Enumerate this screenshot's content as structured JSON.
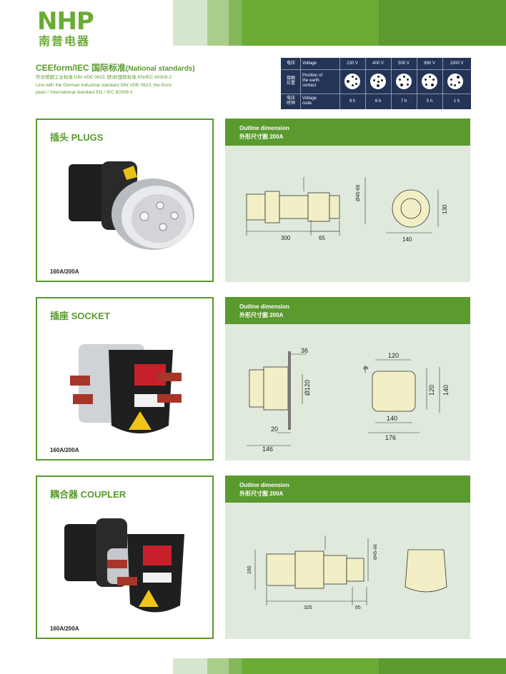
{
  "brand": {
    "logo": "NHP",
    "logo_cn": "南普电器"
  },
  "header": {
    "title_main": "CEEform/IEC  国际标准",
    "title_small": "(National standards)",
    "sub_lines": [
      "符合德国工业标准 DIN VDE  0623, 欧洲/国际标准  EN/IEC 60309-2",
      "Line with the German industrial standard DIN VDE 0623, the Euro-",
      "pean / International standard EN / IEC 60309-2"
    ]
  },
  "voltage_table": {
    "rows": [
      {
        "cn": "电压",
        "en": "Voltage"
      },
      {
        "cn": "接触\n位置",
        "en": "Position of\nthe earth\ncontact"
      },
      {
        "cn": "电压\n时钟",
        "en": "Voltage\ncode"
      }
    ],
    "voltages": [
      "230 V",
      "400 V",
      "500 V",
      "690 V",
      "1000 V"
    ],
    "codes": [
      "9 h",
      "6 h",
      "7 h",
      "5 h",
      "1 h"
    ]
  },
  "sections": [
    {
      "label": "插头  PLUGS",
      "rating": "160A/200A",
      "outline_en": "Outline dimension",
      "outline_cn": "外形尺寸图  200A",
      "dims": [
        "300",
        "65",
        "Ø45-66",
        "130",
        "140"
      ]
    },
    {
      "label": "插座  SOCKET",
      "rating": "160A/200A",
      "outline_en": "Outline dimension",
      "outline_cn": "外形尺寸图  200A",
      "dims": [
        "36",
        "Ø120",
        "20",
        "146",
        "120",
        "9",
        "120",
        "140",
        "140",
        "176"
      ]
    },
    {
      "label": "耦合器  COUPLER",
      "rating": "160A/200A",
      "outline_en": "Outline dimension",
      "outline_cn": "外形尺寸图  200A",
      "dims": [
        "160",
        "325",
        "65",
        "Ø45-66"
      ]
    }
  ],
  "colors": {
    "green": "#5a9a2e",
    "light_green": "#dfeadc",
    "navy": "#233457"
  }
}
